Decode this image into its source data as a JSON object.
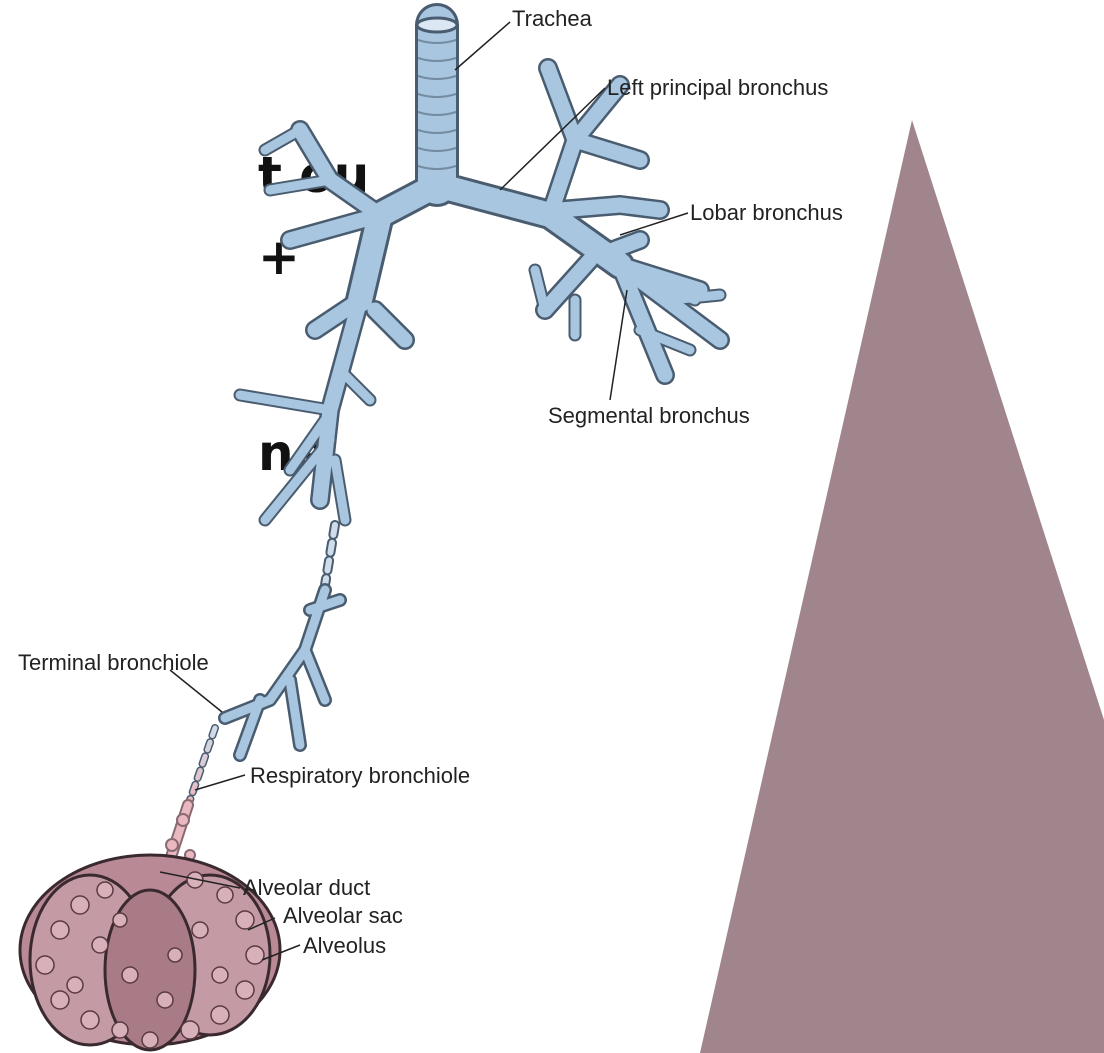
{
  "slide_fragments": [
    "t ou",
    "+",
    "ne"
  ],
  "labels": {
    "trachea": "Trachea",
    "left_principal_bronchus": "Left principal bronchus",
    "lobar_bronchus": "Lobar bronchus",
    "segmental_bronchus": "Segmental bronchus",
    "terminal_bronchiole": "Terminal bronchiole",
    "respiratory_bronchiole": "Respiratory bronchiole",
    "alveolar_duct": "Alveolar duct",
    "alveolar_sac": "Alveolar sac",
    "alveolus": "Alveolus"
  },
  "colors": {
    "airway_blue": "#a9c6e0",
    "airway_stroke": "#4a5d70",
    "bronchiole_pink": "#e9b8c0",
    "alveoli_mauve": "#b98a96",
    "triangle_mauve": "#a0858d",
    "text": "#222222"
  }
}
